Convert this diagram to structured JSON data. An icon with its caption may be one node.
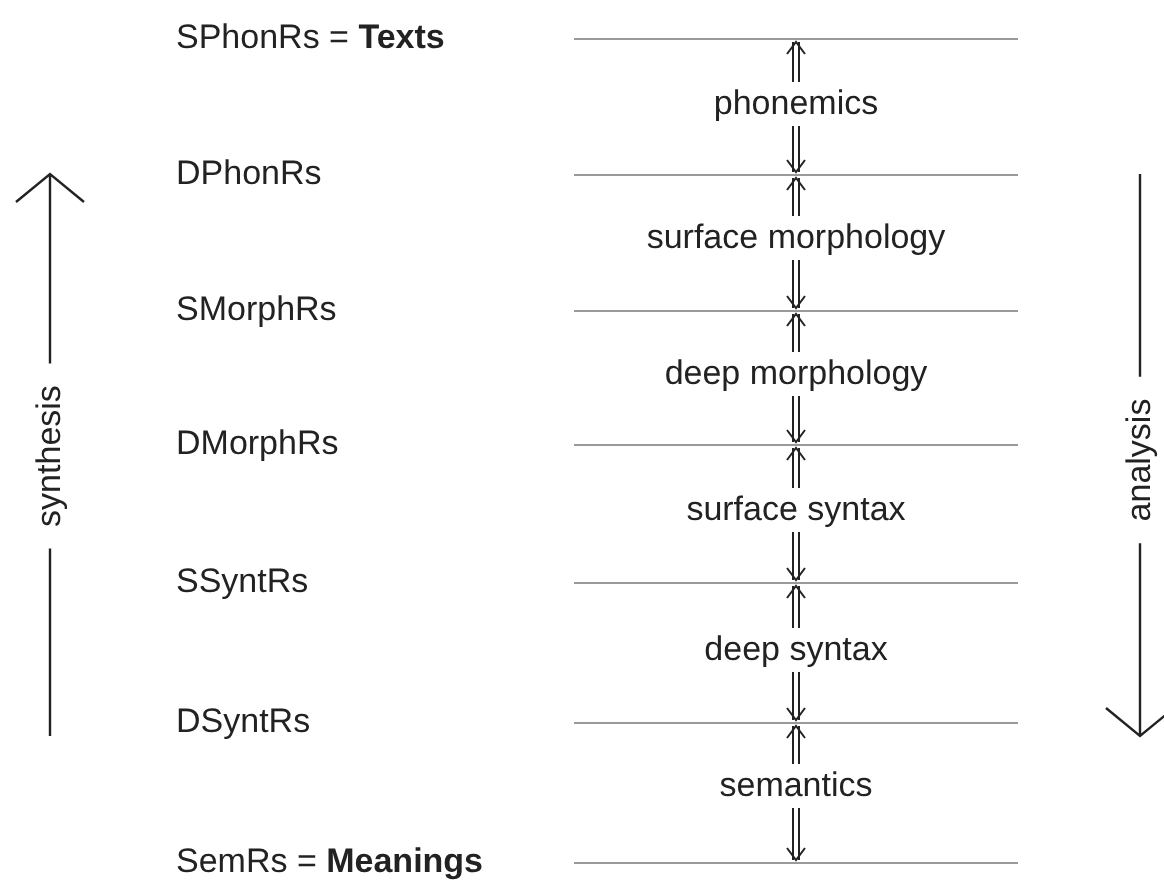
{
  "diagram": {
    "nodes": [
      {
        "text": [],
        "shape": "line"
      },
      {
        "text": [],
        "shape": "line"
      },
      {
        "text": [],
        "shape": "line"
      },
      {
        "text": [],
        "shape": "line"
      },
      {
        "text": [],
        "shape": "line"
      },
      {
        "text": [],
        "shape": "line"
      },
      {
        "text": [],
        "shape": "line"
      },
      {
        "text": [
          "phonemics"
        ]
      },
      {
        "text": [
          "surface morphology"
        ]
      },
      {
        "text": [
          "deep morphology"
        ]
      },
      {
        "text": [
          "surface syntax"
        ]
      },
      {
        "text": [
          "deep syntax"
        ]
      },
      {
        "text": [
          "semantics"
        ]
      }
    ],
    "edges": [
      {
        "from": 7,
        "to": 0,
        "arrow": "to"
      },
      {
        "from": 7,
        "to": 1,
        "arrow": "to"
      },
      {
        "from": 8,
        "to": 1,
        "arrow": "to"
      },
      {
        "from": 8,
        "to": 2,
        "arrow": "to"
      },
      {
        "from": 9,
        "to": 2,
        "arrow": "to"
      },
      {
        "from": 9,
        "to": 3,
        "arrow": "to"
      },
      {
        "from": 10,
        "to": 3,
        "arrow": "to"
      },
      {
        "from": 10,
        "to": 4,
        "arrow": "to"
      },
      {
        "from": 11,
        "to": 4,
        "arrow": "to"
      },
      {
        "from": 11,
        "to": 5,
        "arrow": "to"
      },
      {
        "from": 12,
        "to": 5,
        "arrow": "to"
      },
      {
        "from": 12,
        "to": 6,
        "arrow": "to"
      }
    ],
    "labels": [
      "SPhonRs = **Texts**",
      "DPhonRs",
      "SMorphRs",
      "DMorphRs",
      "SSyntRs",
      "DSyntRs",
      "SemRs = **Meanings**",
      "synthesis",
      "analysis"
    ]
  }
}
